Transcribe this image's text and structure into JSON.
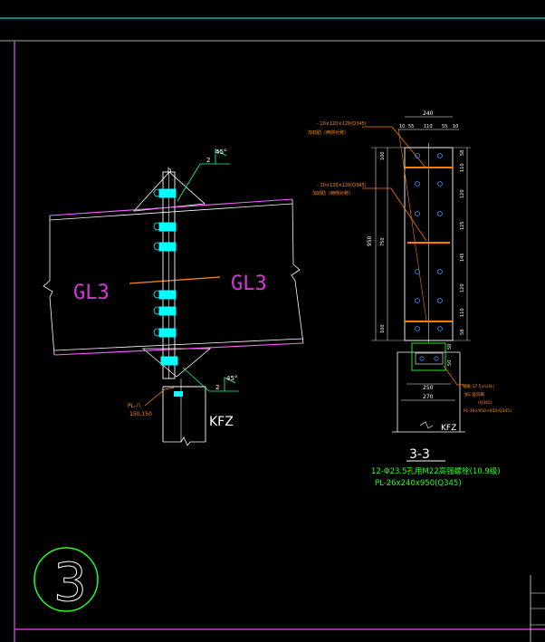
{
  "colors": {
    "background": "#000000",
    "frame_cyan": "#00d8e0",
    "frame_magenta": "#c83cc8",
    "beam_magenta": "#ff60ff",
    "member_white": "#ffffff",
    "bolt_cyan": "#00ffff",
    "dim_orange": "#ff8c1a",
    "note_green": "#22ff22",
    "plate_orange": "#ff7a00",
    "dim_blue": "#3c8cff"
  },
  "elevation": {
    "beam_left_label": "GL3",
    "beam_right_label": "GL3",
    "column_label": "KFZ",
    "weld_top_size": "2",
    "weld_top_angle": "45°",
    "weld_bottom_size": "2",
    "weld_bottom_angle": "45°",
    "weld_top_mark": "b",
    "plate_label_1": "PL-八",
    "plate_label_2": "150,150"
  },
  "section": {
    "title": "3-3",
    "column_label": "KFZ",
    "top_width": "240",
    "top_sub_dims": [
      "10",
      "55",
      "110",
      "55",
      "10"
    ],
    "right_dims": [
      "58",
      "110",
      "120",
      "125",
      "145",
      "120",
      "110",
      "58"
    ],
    "left_dims": [
      "100",
      "750",
      "100"
    ],
    "overall_height": "950",
    "bottom_dims_1": [
      "50",
      "50"
    ],
    "bottom_width_1": "250",
    "bottom_width_2": "270",
    "note_a": "- 10×120×120(Q345)",
    "note_a2": "加劲肋（两侧对称）",
    "note_b": "- 10×120×120(Q345)",
    "note_b2": "加劲肋（两侧对称）",
    "note_c1": "钢板-17.5×L(长)",
    "note_c2": "加L 竖向钢",
    "note_c3": "(Q345)",
    "note_c4": "PL-16×950×950(Q345)"
  },
  "notes": {
    "line1": "12-Φ23.5孔用M22高强螺栓(10.9级)",
    "line2": "PL-26x240x950(Q345)"
  },
  "detail_bubble": {
    "number": "3"
  }
}
